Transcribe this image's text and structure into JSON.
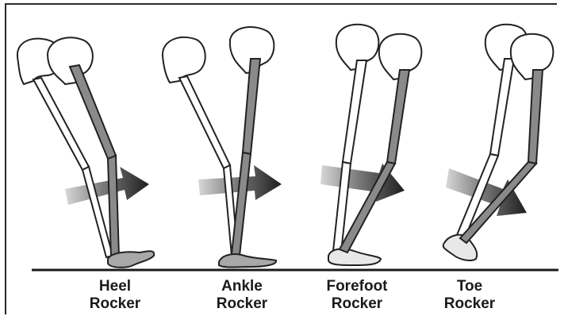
{
  "panels": [
    {
      "line1": "Heel",
      "line2": "Rocker"
    },
    {
      "line1": "Ankle",
      "line2": "Rocker"
    },
    {
      "line1": "Forefoot",
      "line2": "Rocker"
    },
    {
      "line1": "Toe",
      "line2": "Rocker"
    }
  ]
}
